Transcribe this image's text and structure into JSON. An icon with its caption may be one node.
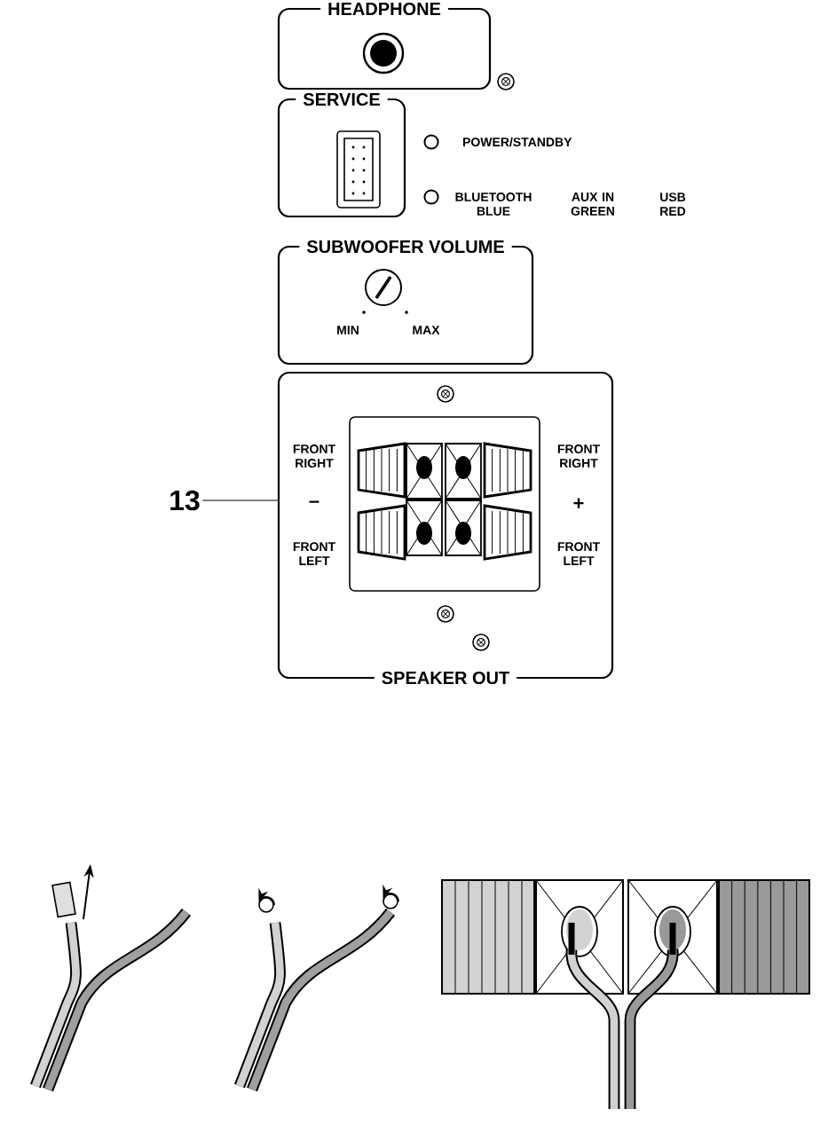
{
  "diagram": {
    "nodes": [
      {
        "text": [
          "HEADPHONE"
        ]
      },
      {
        "text": [
          "SERVICE"
        ]
      },
      {
        "text": [
          "SUBWOOFER VOLUME",
          "MIN",
          "MAX"
        ]
      },
      {
        "text": [
          "SPEAKER OUT",
          "FRONT RIGHT",
          "–",
          "FRONT LEFT",
          "FRONT RIGHT",
          "+",
          "FRONT LEFT"
        ]
      },
      {
        "text": [
          "13"
        ]
      }
    ],
    "edges": [
      {
        "from": 4,
        "to": 3,
        "arrow": "none"
      }
    ],
    "labels": [
      "POWER/STANDBY",
      "BLUETOOTH BLUE",
      "AUX IN GREEN",
      "USB RED"
    ]
  }
}
